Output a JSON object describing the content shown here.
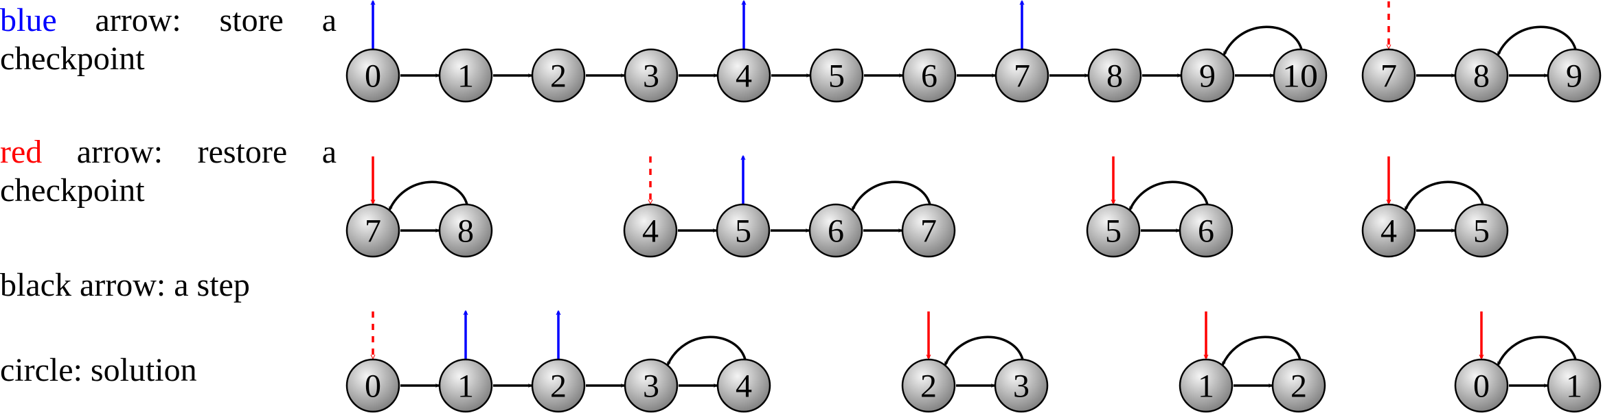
{
  "legend": {
    "blue": {
      "keyword": "blue",
      "rest": " arrow:  store a",
      "line2": "checkpoint"
    },
    "red": {
      "keyword": "red",
      "rest": " arrow:  restore a",
      "line2": "checkpoint"
    },
    "black": {
      "text": "black arrow: a step"
    },
    "circle": {
      "text": "circle: solution"
    }
  },
  "colors": {
    "store": "#0000ff",
    "restore": "#ff0000",
    "step": "#000000",
    "node_light": "#f4f4f4",
    "node_dark": "#7a7a7a"
  },
  "rows": [
    {
      "sequences": [
        {
          "nodes": [
            "0",
            "1",
            "2",
            "3",
            "4",
            "5",
            "6",
            "7",
            "8",
            "9",
            "10"
          ],
          "markers": [
            {
              "node": 0,
              "kind": "store"
            },
            {
              "node": 4,
              "kind": "store"
            },
            {
              "node": 7,
              "kind": "store"
            }
          ],
          "loop_back": true
        },
        {
          "nodes": [
            "7",
            "8",
            "9"
          ],
          "markers": [
            {
              "node": 0,
              "kind": "restore-dashed"
            }
          ],
          "loop_back": true
        }
      ]
    },
    {
      "sequences": [
        {
          "nodes": [
            "7",
            "8"
          ],
          "markers": [
            {
              "node": 0,
              "kind": "restore"
            }
          ],
          "loop_back": true
        },
        {
          "nodes": [
            "4",
            "5",
            "6",
            "7"
          ],
          "markers": [
            {
              "node": 0,
              "kind": "restore-dashed"
            },
            {
              "node": 1,
              "kind": "store"
            }
          ],
          "loop_back": true
        },
        {
          "nodes": [
            "5",
            "6"
          ],
          "markers": [
            {
              "node": 0,
              "kind": "restore"
            }
          ],
          "loop_back": true
        },
        {
          "nodes": [
            "4",
            "5"
          ],
          "markers": [
            {
              "node": 0,
              "kind": "restore"
            }
          ],
          "loop_back": true
        }
      ]
    },
    {
      "sequences": [
        {
          "nodes": [
            "0",
            "1",
            "2",
            "3",
            "4"
          ],
          "markers": [
            {
              "node": 0,
              "kind": "restore-dashed"
            },
            {
              "node": 1,
              "kind": "store"
            },
            {
              "node": 2,
              "kind": "store"
            }
          ],
          "loop_back": true
        },
        {
          "nodes": [
            "2",
            "3"
          ],
          "markers": [
            {
              "node": 0,
              "kind": "restore"
            }
          ],
          "loop_back": true
        },
        {
          "nodes": [
            "1",
            "2"
          ],
          "markers": [
            {
              "node": 0,
              "kind": "restore"
            }
          ],
          "loop_back": true
        },
        {
          "nodes": [
            "0",
            "1"
          ],
          "markers": [
            {
              "node": 0,
              "kind": "restore"
            }
          ],
          "loop_back": true
        }
      ]
    }
  ]
}
